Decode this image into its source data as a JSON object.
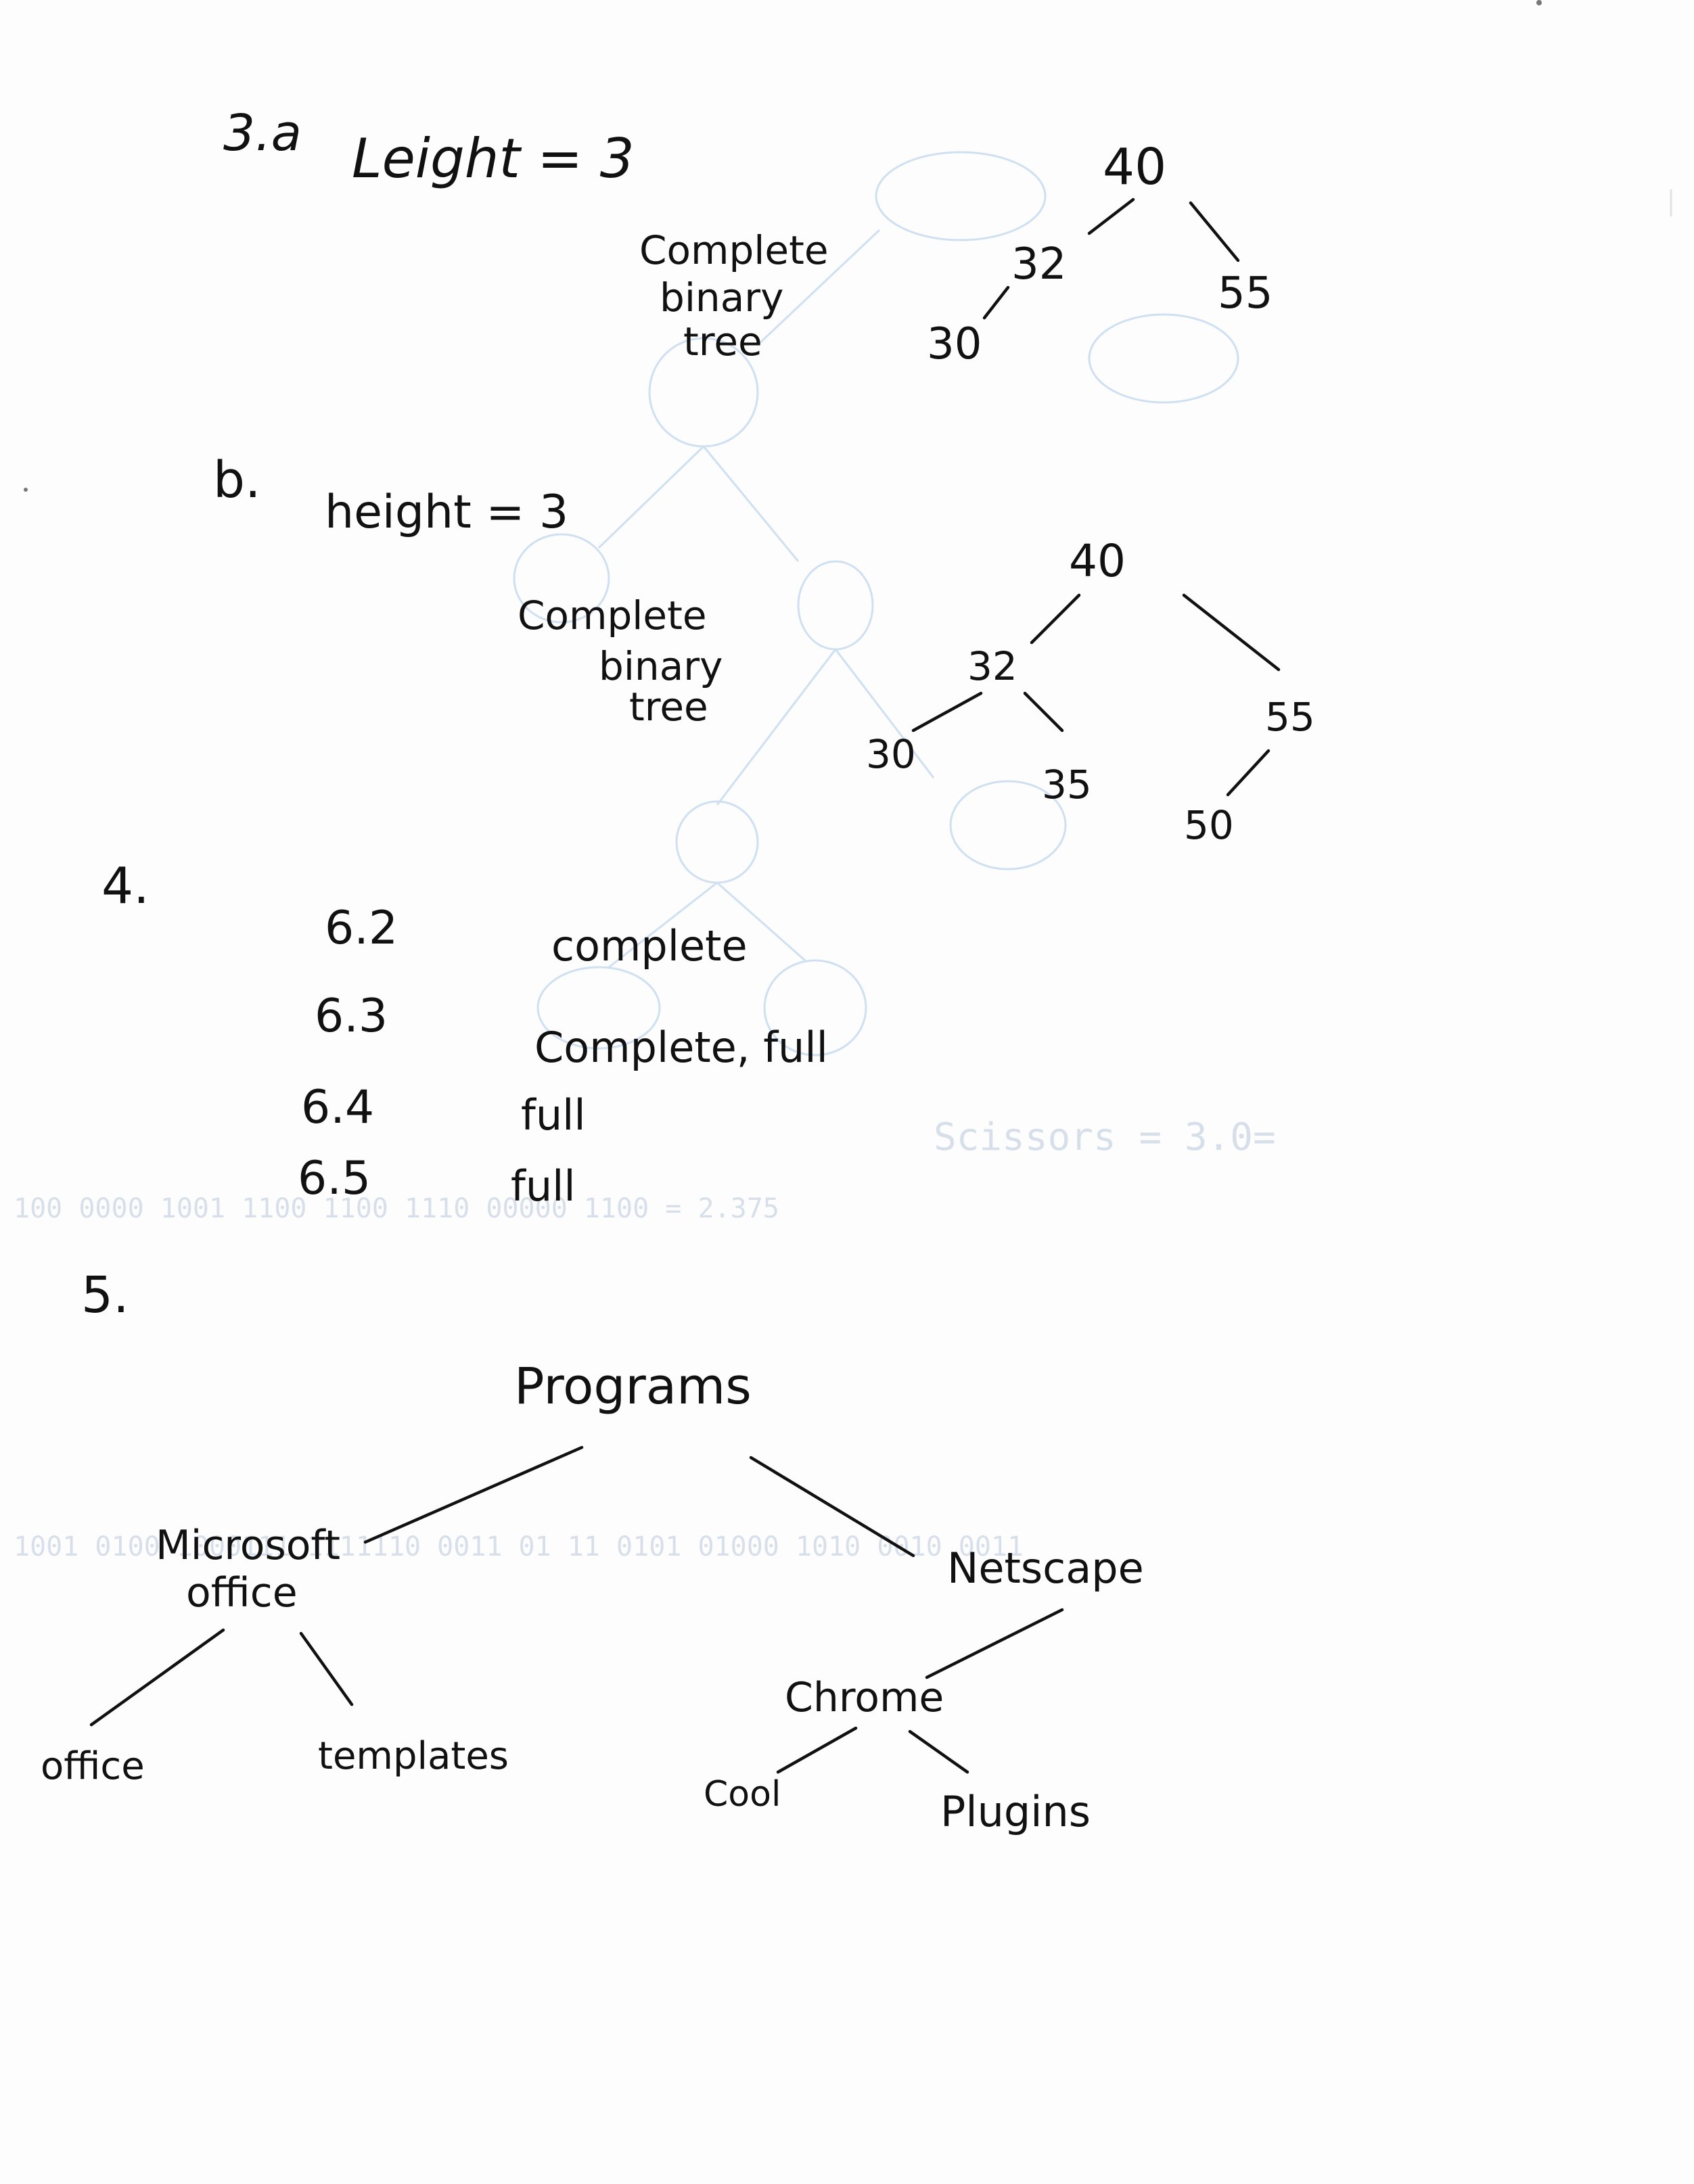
{
  "q3": {
    "a": {
      "label": "3.a",
      "height_text": "Leight = 3",
      "note": [
        "Complete",
        "binary",
        "tree"
      ],
      "tree": {
        "root": "40",
        "left": "32",
        "right": "55",
        "left_left": "30"
      }
    },
    "b": {
      "label": "b.",
      "height_text": "height = 3",
      "note": [
        "Complete",
        "binary",
        "tree"
      ],
      "tree": {
        "root": "40",
        "left": "32",
        "right": "55",
        "left_left": "30",
        "left_right": "35",
        "right_left": "50"
      }
    }
  },
  "q4": {
    "label": "4.",
    "items": [
      {
        "num": "6.2",
        "answer": "complete"
      },
      {
        "num": "6.3",
        "answer": "Complete, full"
      },
      {
        "num": "6.4",
        "answer": "full"
      },
      {
        "num": "6.5",
        "answer": "full"
      }
    ]
  },
  "q5": {
    "label": "5.",
    "tree": {
      "root": "Programs",
      "left": "Microsoft office",
      "right": "Netscape",
      "left_children": [
        "office",
        "templates"
      ],
      "right_child": "Chrome",
      "chrome_children": [
        "Cool",
        "Plugins"
      ]
    }
  }
}
